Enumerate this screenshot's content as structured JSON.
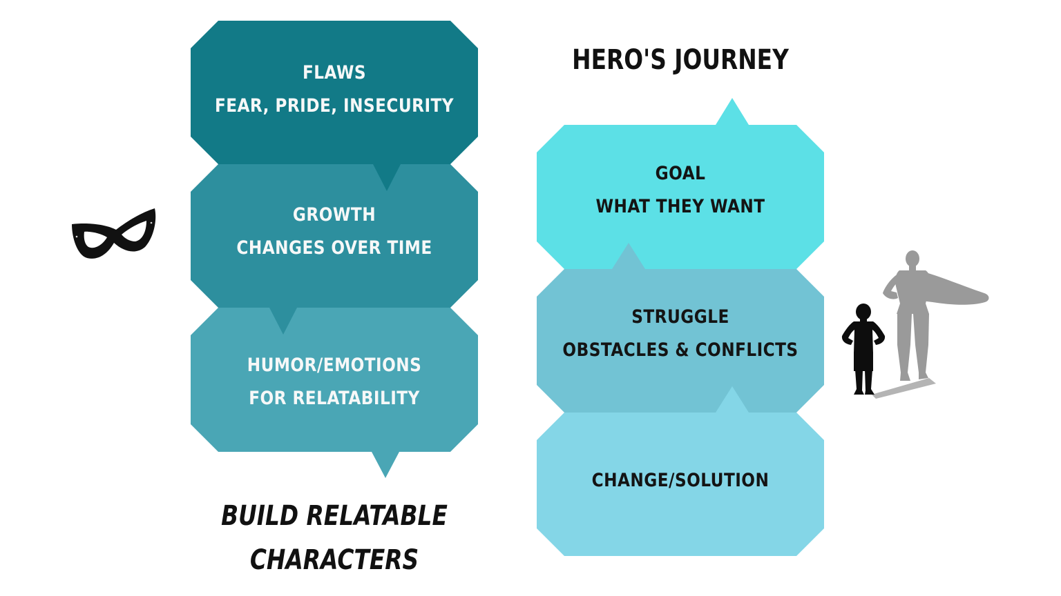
{
  "left_column": {
    "title_line1": "BUILD RELATABLE",
    "title_line2": "CHARACTERS",
    "boxes": [
      {
        "heading": "FLAWS",
        "subtext": "FEAR, PRIDE, INSECURITY",
        "color": "#127a87"
      },
      {
        "heading": "GROWTH",
        "subtext": "CHANGES OVER TIME",
        "color": "#2d8f9e"
      },
      {
        "heading": "HUMOR/EMOTIONS",
        "subtext": "FOR RELATABILITY",
        "color": "#4aa6b5"
      }
    ],
    "text_color": "#f6f8f8"
  },
  "right_column": {
    "title": "HERO'S JOURNEY",
    "boxes": [
      {
        "heading": "GOAL",
        "subtext": "WHAT THEY WANT",
        "color": "#5ce0e6"
      },
      {
        "heading": "STRUGGLE",
        "subtext": "OBSTACLES & CONFLICTS",
        "color": "#72c3d4"
      },
      {
        "heading": "CHANGE/SOLUTION",
        "subtext": "",
        "color": "#84d6e7"
      }
    ],
    "text_color": "#141414"
  },
  "illustrations": {
    "left": "mask-icon",
    "right": "boy-superhero-shadow-icon"
  }
}
